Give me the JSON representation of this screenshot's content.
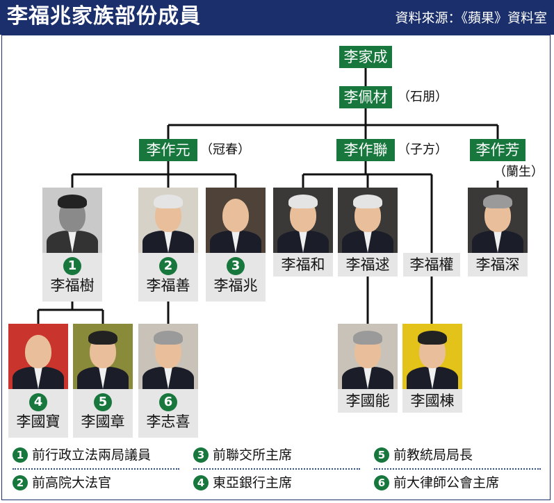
{
  "header": {
    "title": "李福兆家族部份成員",
    "source": "資料來源：《蘋果》資料室"
  },
  "colors": {
    "header_bg": "#1a2f6b",
    "name_box": "#17773d",
    "caption_bg": "#e6e6e6",
    "accent_number": "#17773d"
  },
  "tree": {
    "gen1": {
      "name": "李家成"
    },
    "gen2": {
      "name": "李佩材",
      "alias": "（石朋）"
    },
    "gen3": [
      {
        "name": "李作元",
        "alias": "（冠春）"
      },
      {
        "name": "李作聯",
        "alias": "（子方）"
      },
      {
        "name": "李作芳",
        "alias": "（蘭生）"
      }
    ],
    "gen4": [
      {
        "name": "李福樹",
        "number": "1"
      },
      {
        "name": "李福善",
        "number": "2"
      },
      {
        "name": "李福兆",
        "number": "3"
      },
      {
        "name": "李福和"
      },
      {
        "name": "李福逑"
      },
      {
        "name": "李福權"
      },
      {
        "name": "李福深"
      }
    ],
    "gen5": [
      {
        "name": "李國寶",
        "number": "4"
      },
      {
        "name": "李國章",
        "number": "5"
      },
      {
        "name": "李志喜",
        "number": "6"
      },
      {
        "name": "李國能"
      },
      {
        "name": "李國棟"
      }
    ]
  },
  "legend": [
    {
      "number": "1",
      "text": "前行政立法兩局議員"
    },
    {
      "number": "2",
      "text": "前高院大法官"
    },
    {
      "number": "3",
      "text": "前聯交所主席"
    },
    {
      "number": "4",
      "text": "東亞銀行主席"
    },
    {
      "number": "5",
      "text": "前教統局局長"
    },
    {
      "number": "6",
      "text": "前大律師公會主席"
    }
  ]
}
